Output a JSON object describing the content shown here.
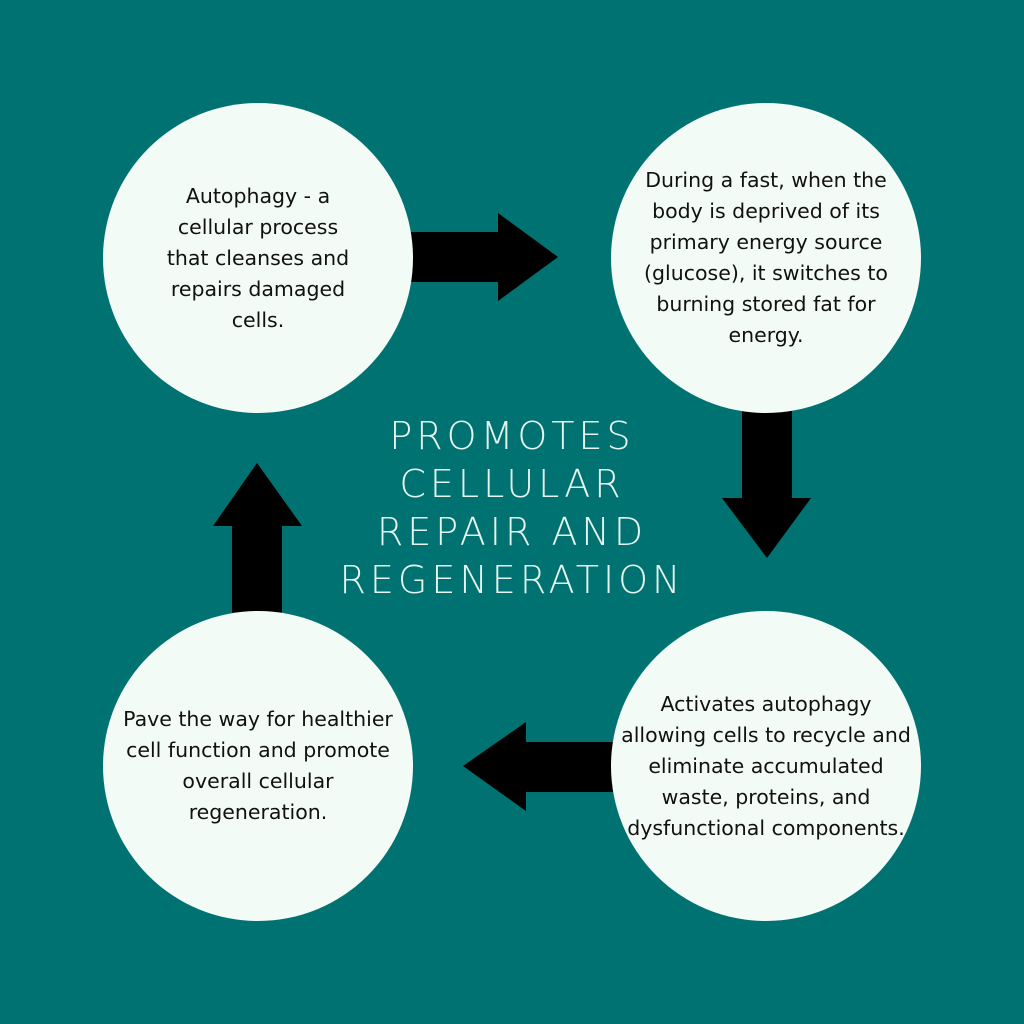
{
  "colors": {
    "background": "#007272",
    "circle": "#f2fbf6",
    "arrow": "#000000",
    "title": "#e6f5ee"
  },
  "title": [
    "PROMOTES",
    "CELLULAR",
    "REPAIR AND",
    "REGENERATION"
  ],
  "steps": [
    {
      "text": "Autophagy - a cellular process that cleanses and repairs damaged cells."
    },
    {
      "text": "During a fast, when the body is deprived of its primary energy source (glucose), it switches to burning stored fat for energy."
    },
    {
      "text": "Activates autophagy allowing cells to recycle and eliminate accumulated waste, proteins, and dysfunctional components."
    },
    {
      "text": "Pave the way for healthier cell function and promote overall cellular regeneration."
    }
  ]
}
